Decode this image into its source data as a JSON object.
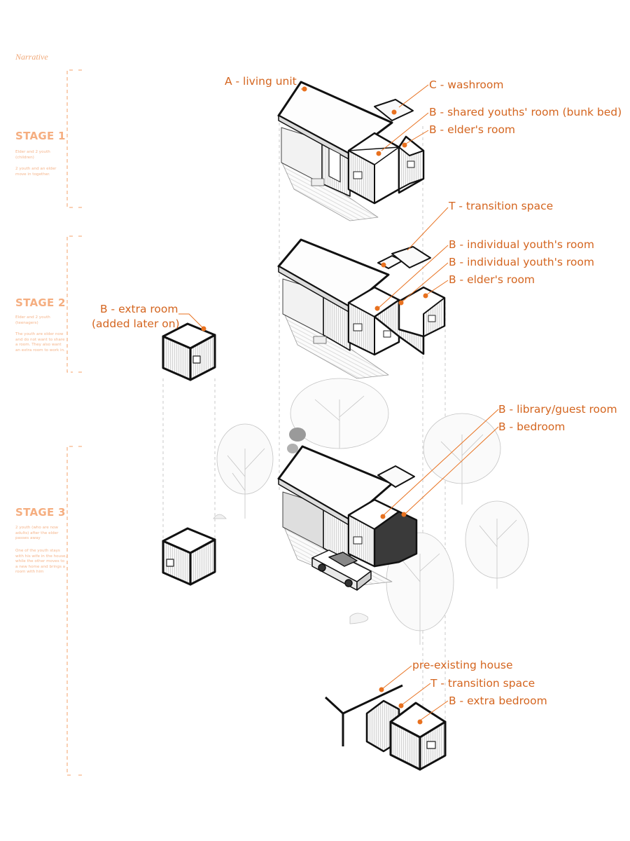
{
  "narrative": "Narrative",
  "stages": [
    {
      "title": "STAGE 1",
      "subtitle": "Elder and 2 youth (children)",
      "description": "2 youth and an elder move in together."
    },
    {
      "title": "STAGE 2",
      "subtitle": "Elder and 2 youth (teenagers)",
      "description": "The youth are older now and do not want to share a room. They also want an extra room to work in."
    },
    {
      "title": "STAGE 3",
      "subtitle": "2 youth (who are now adults) after the elder passes away",
      "description": "One of the youth stays with his wife in the house, while the other moves to a new home and brings a room with him"
    }
  ],
  "labels": {
    "living_unit": "A - living unit",
    "washroom": "C - washroom",
    "shared_youth_room": "B - shared youths' room (bunk bed)",
    "elder_room_1": "B - elder's room",
    "transition_space_2": "T - transition space",
    "individual_youth_room_1": "B - individual youth's room",
    "individual_youth_room_2": "B - individual youth's room",
    "elder_room_2": "B - elder's room",
    "extra_room_line1": "B - extra room",
    "extra_room_line2": "(added later on)",
    "library_guest_room": "B - library/guest room",
    "bedroom": "B - bedroom",
    "pre_existing_house": "pre-existing house",
    "transition_space_3": "T - transition space",
    "extra_bedroom": "B - extra bedroom"
  },
  "colors": {
    "accent": "#e8711f",
    "label_text": "#d4651f",
    "stage_text": "#f5ae80",
    "dashed_guides": "#f4a06a",
    "linework": "#111111",
    "trees": "#bdbdbd"
  }
}
